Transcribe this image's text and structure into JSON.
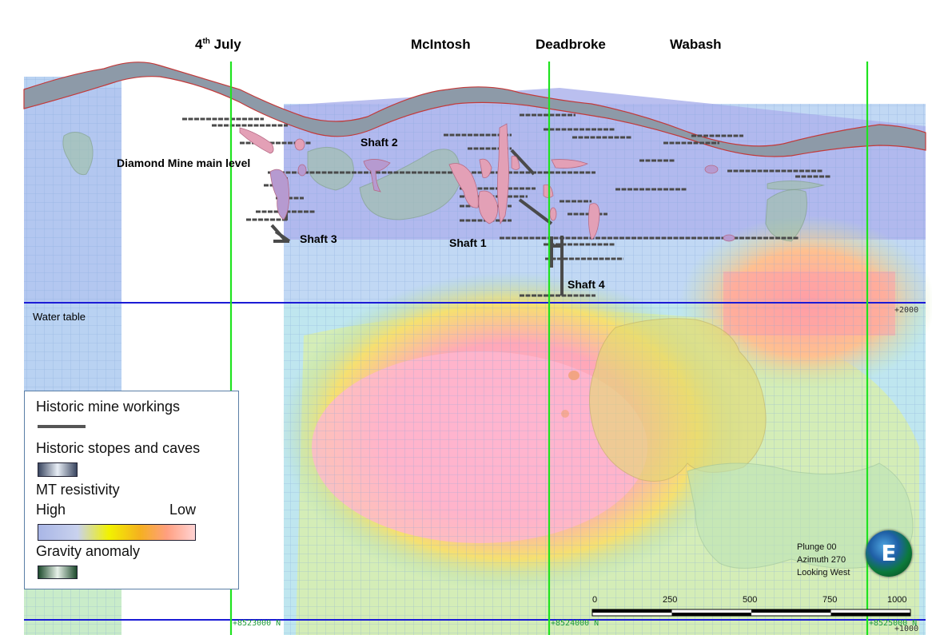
{
  "lodes": [
    {
      "name": "4",
      "sup": "th",
      "rest": " July"
    },
    {
      "name": "McIntosh"
    },
    {
      "name": "Deadbroke"
    },
    {
      "name": "Wabash"
    }
  ],
  "labels": {
    "diamond_mine": "Diamond Mine main level",
    "shaft1": "Shaft 1",
    "shaft2": "Shaft 2",
    "shaft3": "Shaft 3",
    "shaft4": "Shaft 4",
    "water_table": "Water table",
    "elev_2000": "+2000",
    "elev_1000": "+1000"
  },
  "coords": [
    "+8523000 N",
    "+8524000 N",
    "+8525000 N"
  ],
  "view": {
    "plunge": "Plunge 00",
    "azimuth": "Azimuth 270",
    "looking": "Looking West",
    "compass_letter": "E"
  },
  "scale_bar": {
    "ticks": [
      "0",
      "250",
      "500",
      "750",
      "1000"
    ]
  },
  "legend": {
    "workings": "Historic mine workings",
    "stopes": "Historic stopes and caves",
    "mt": "MT resistivity",
    "high": "High",
    "low": "Low",
    "gravity": "Gravity anomaly"
  },
  "colors": {
    "section_line": "#1fe31f",
    "water_table_line": "#1b1bd6",
    "mt_high": "#aab8e8",
    "mt_mid": "#f5f000",
    "mt_low": "#ffb8c8",
    "stope": "#e7a7b6",
    "workings": "#4a4a4a",
    "gravity": "#8fb39a"
  }
}
